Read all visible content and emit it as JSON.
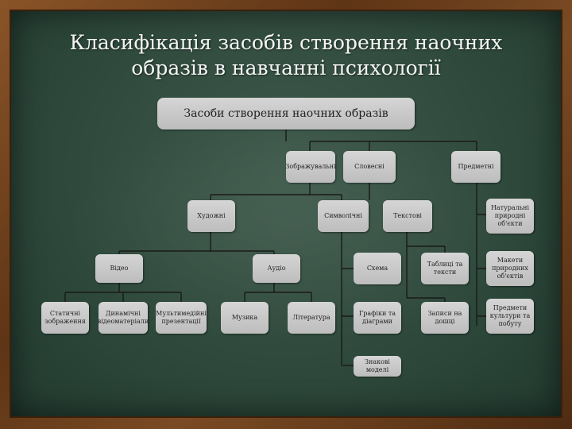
{
  "title": {
    "line1": "Класифікація засобів створення наочних",
    "line2": "образів в навчанні психології"
  },
  "root": "Засоби створення наочних образів",
  "level1": {
    "visual": "Зображувальні",
    "verbal": "Словесні",
    "object": "Предметні"
  },
  "level2": {
    "artistic": "Художні",
    "symbolic": "Символічні",
    "text": "Текстові",
    "natural": "Натуральні природні об'єкти"
  },
  "level3": {
    "video": "Відео",
    "audio": "Аудіо",
    "scheme": "Схема",
    "tables": "Таблиці та тексти",
    "models": "Макети природних об'єктів"
  },
  "level4": {
    "static": "Статичні зображення",
    "dynamic": "Динамічні відеоматеріали",
    "multimedia": "Мультимедійні презентації",
    "music": "Музика",
    "literature": "Література",
    "graphs": "Графіки та діаграми",
    "notes": "Записи на дошці",
    "culture": "Предмети культури та побуту"
  },
  "level5": {
    "sign_models": "Знакові моделі"
  },
  "colors": {
    "board": "#2f4a3d",
    "box": "#c9c9c9",
    "line": "#1a1a1a",
    "frame": "#6b3f1e"
  }
}
